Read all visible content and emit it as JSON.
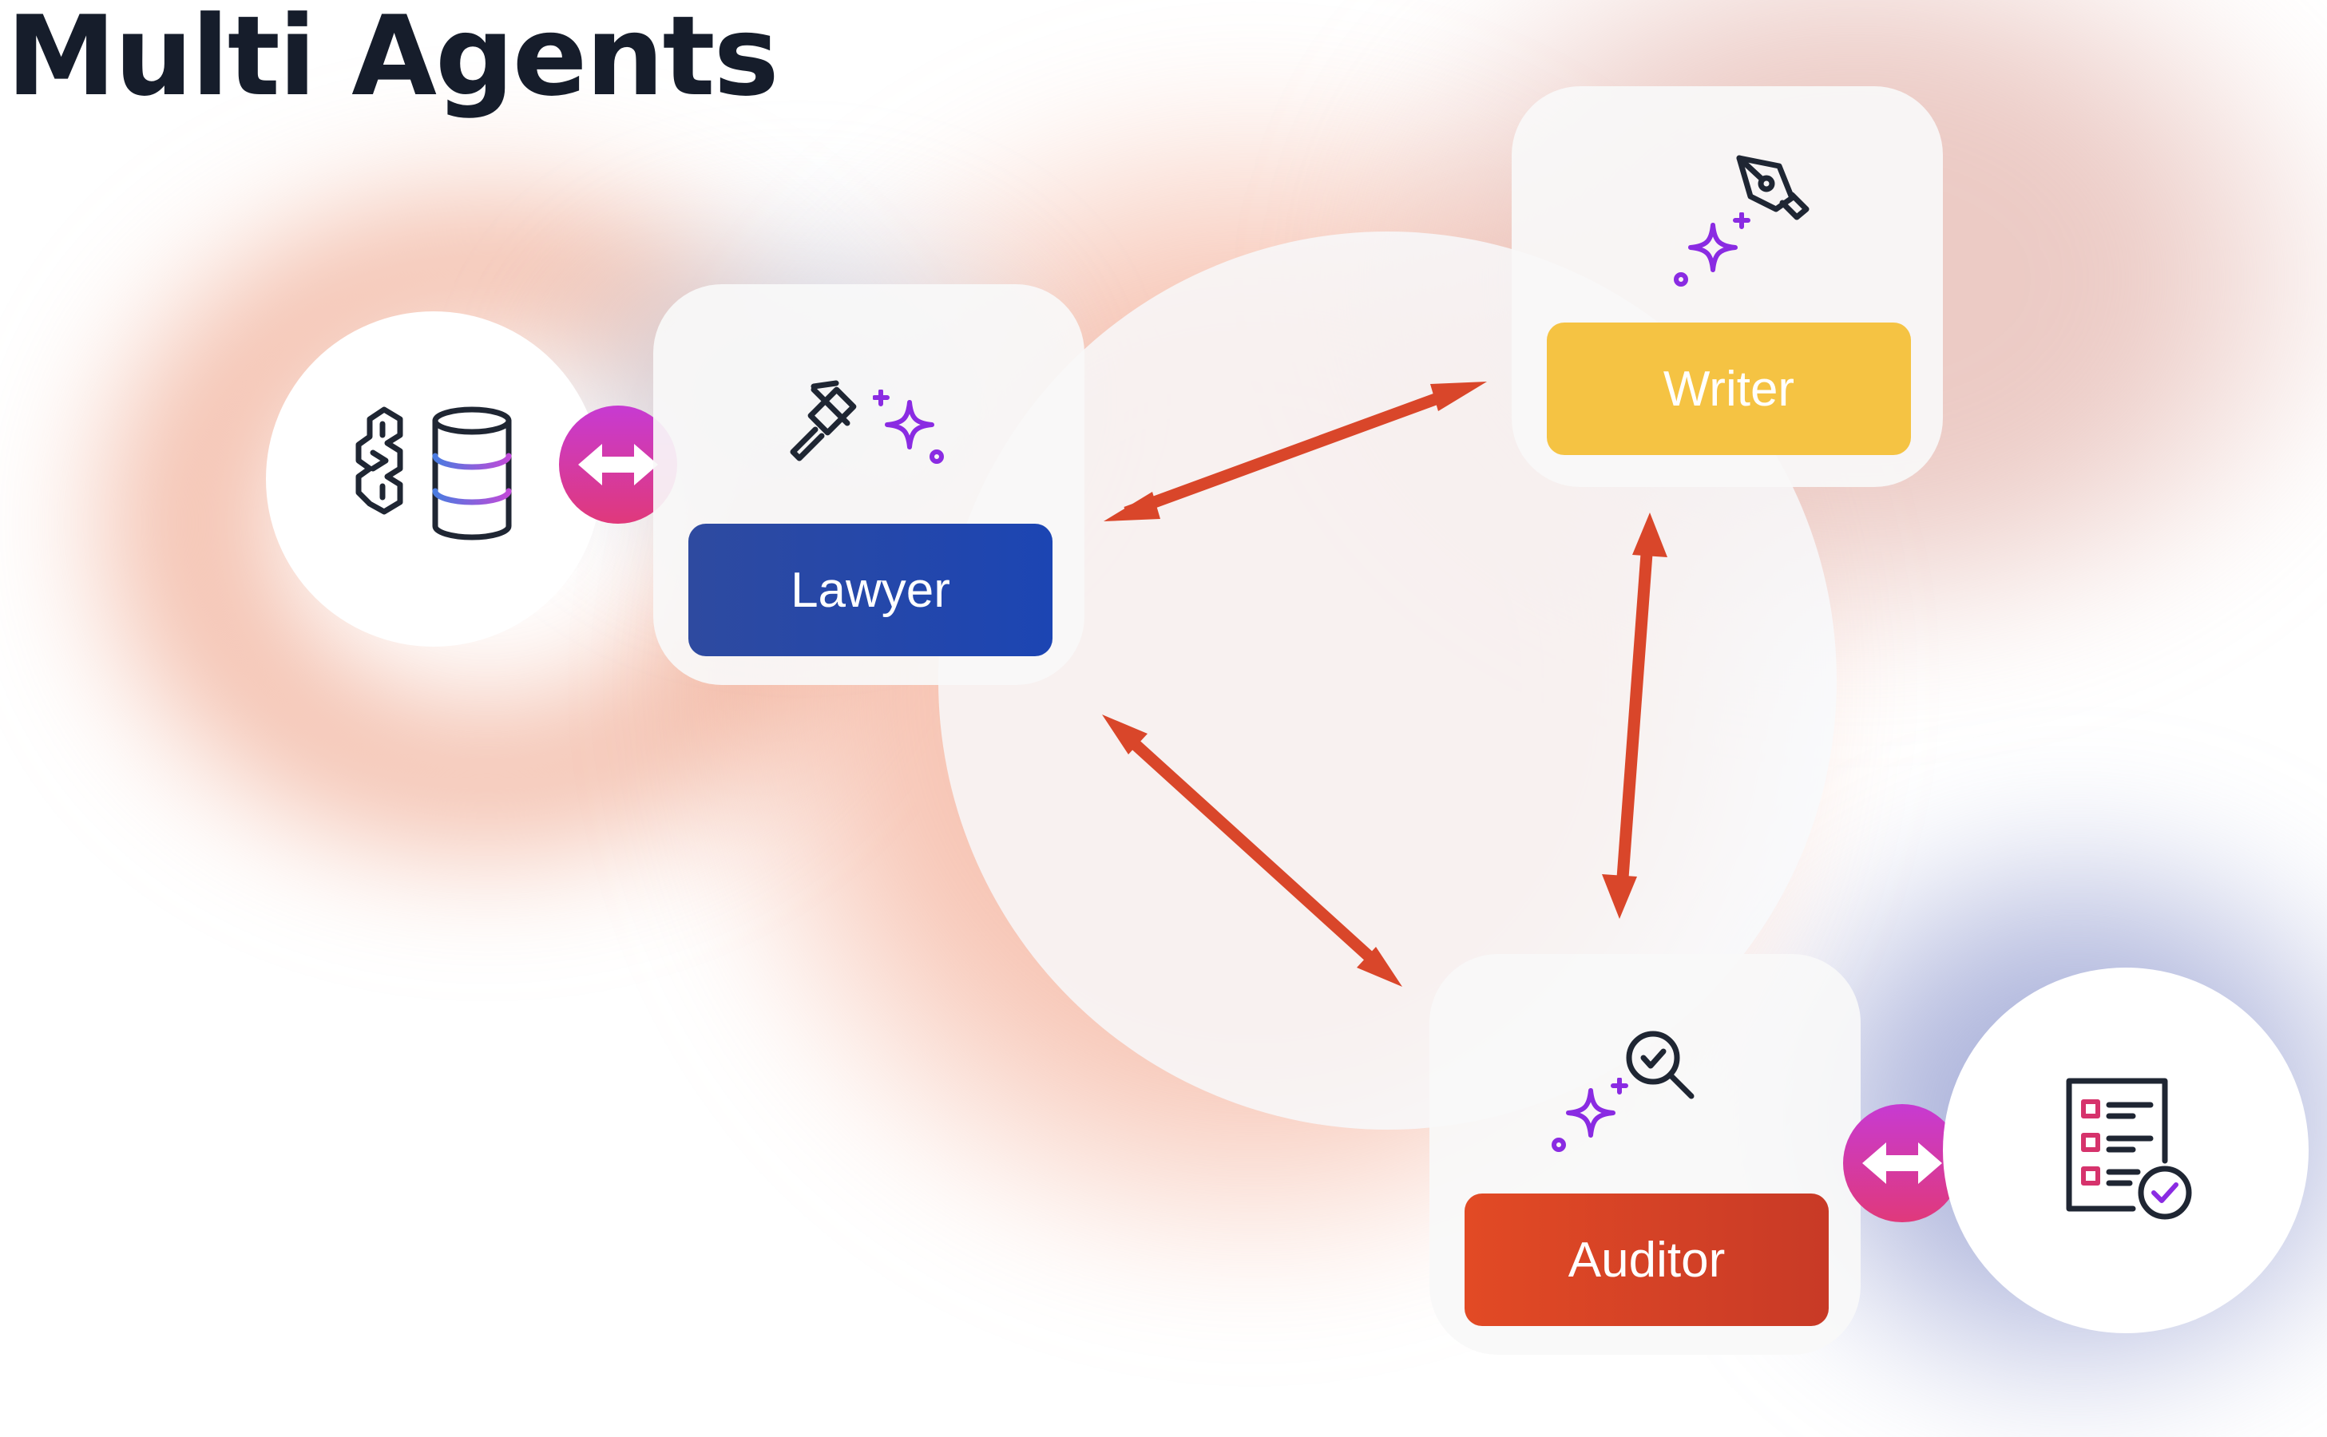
{
  "title": "Multi Agents",
  "colors": {
    "lawyer": "#1c45b3",
    "writer": "#f5c343",
    "auditor": "#d9432a",
    "arrow": "#d9462a",
    "badge_top": "#c73ad2",
    "badge_bottom": "#e0397b",
    "sparkle": "#8a2be2"
  },
  "agents": [
    {
      "id": "lawyer",
      "label": "Lawyer",
      "icon": "gavel-icon"
    },
    {
      "id": "writer",
      "label": "Writer",
      "icon": "pen-nib-icon"
    },
    {
      "id": "auditor",
      "label": "Auditor",
      "icon": "magnifier-check-icon"
    }
  ],
  "connections": [
    {
      "from": "lawyer",
      "to": "writer",
      "direction": "bidirectional"
    },
    {
      "from": "writer",
      "to": "auditor",
      "direction": "bidirectional"
    },
    {
      "from": "lawyer",
      "to": "auditor",
      "direction": "bidirectional"
    }
  ],
  "external_resources": [
    {
      "id": "knowledge-base",
      "icon": "brain-database-icon",
      "linked_to": "lawyer"
    },
    {
      "id": "checklist",
      "icon": "checklist-verified-icon",
      "linked_to": "auditor"
    }
  ]
}
